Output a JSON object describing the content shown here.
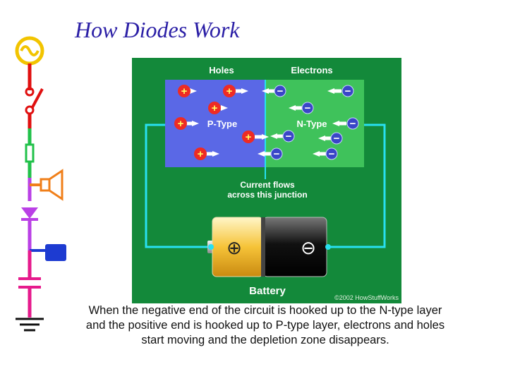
{
  "title": "How Diodes Work",
  "diagram": {
    "holes_header": "Holes",
    "electrons_header": "Electrons",
    "p_label": "P-Type",
    "n_label": "N-Type",
    "junction_line1": "Current flows",
    "junction_line2": "across this junction",
    "battery_label": "Battery",
    "plus_symbol": "+",
    "minus_symbol": "−",
    "battery_plus": "⊕",
    "battery_minus": "⊖",
    "copyright": "©2002 HowStuffWorks"
  },
  "caption": "When the negative end of the circuit is hooked up to the N-type layer and the positive end is hooked up to P-type layer, electrons and holes start moving and the depletion zone disappears.",
  "colors": {
    "title": "#2b1fa6",
    "green_bg": "#13893a",
    "p_region": "#5a68e6",
    "n_region": "#3fc25b",
    "wire": "#28e0f0",
    "hole": "#ee2b24",
    "electron": "#3a46c8"
  }
}
